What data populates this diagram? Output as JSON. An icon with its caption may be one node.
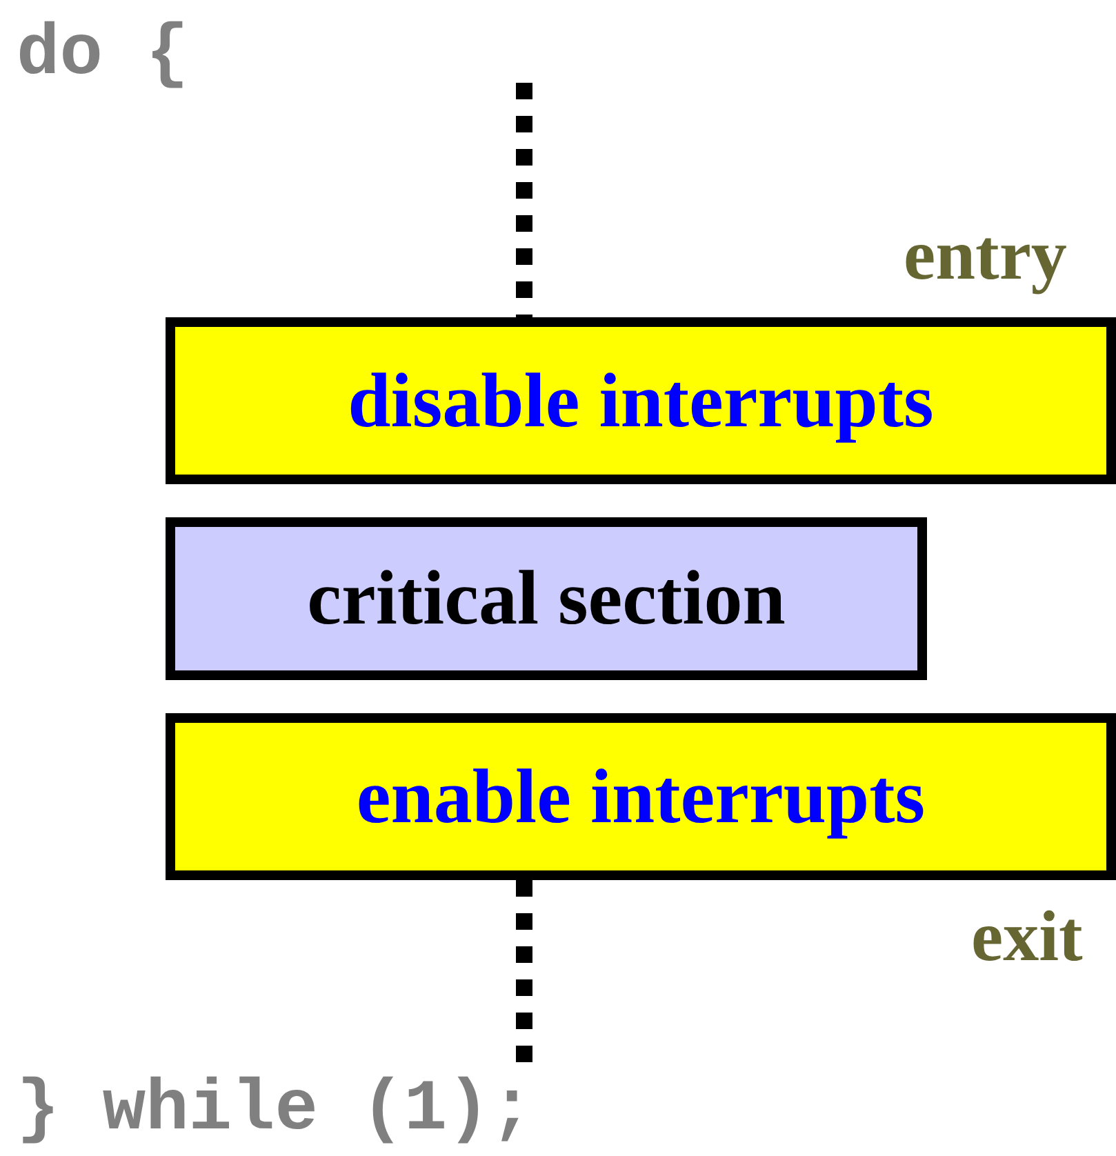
{
  "diagram": {
    "nodes": [
      {
        "text": [
          "disable interrupts"
        ],
        "beside": [
          "entry"
        ]
      },
      {
        "text": [
          "critical section"
        ]
      },
      {
        "text": [
          "enable interrupts"
        ],
        "beside": [
          "exit"
        ]
      },
      {
        "text": [
          "} while (1);"
        ]
      }
    ],
    "edges": [
      {
        "from": null,
        "to": 0,
        "arrow": "none",
        "style": "dashed"
      },
      {
        "from": 2,
        "to": 3,
        "arrow": "none",
        "style": "dashed"
      }
    ],
    "labels": [
      "do {"
    ]
  }
}
